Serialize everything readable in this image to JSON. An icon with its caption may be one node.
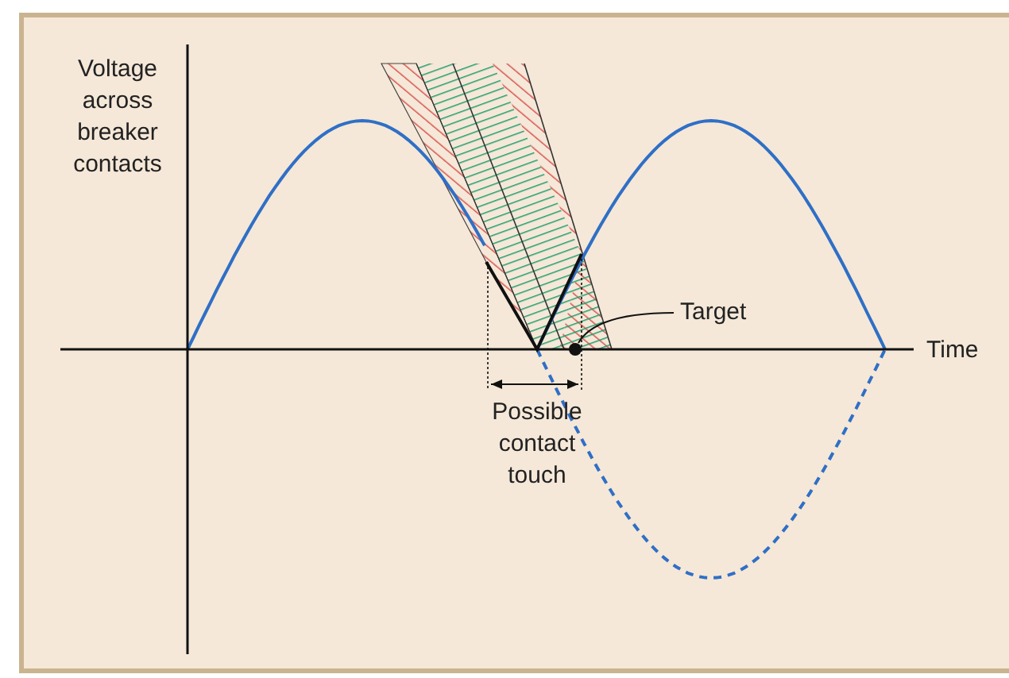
{
  "diagram": {
    "nodes": [
      {
        "text": [
          "Target"
        ]
      },
      {
        "text": [],
        "shape": "circle"
      }
    ],
    "edges": [
      {
        "from": 0,
        "to": 1,
        "arrow": "none"
      }
    ],
    "labels": [
      "Voltage across breaker contacts",
      "Time",
      "Possible contact touch"
    ]
  }
}
